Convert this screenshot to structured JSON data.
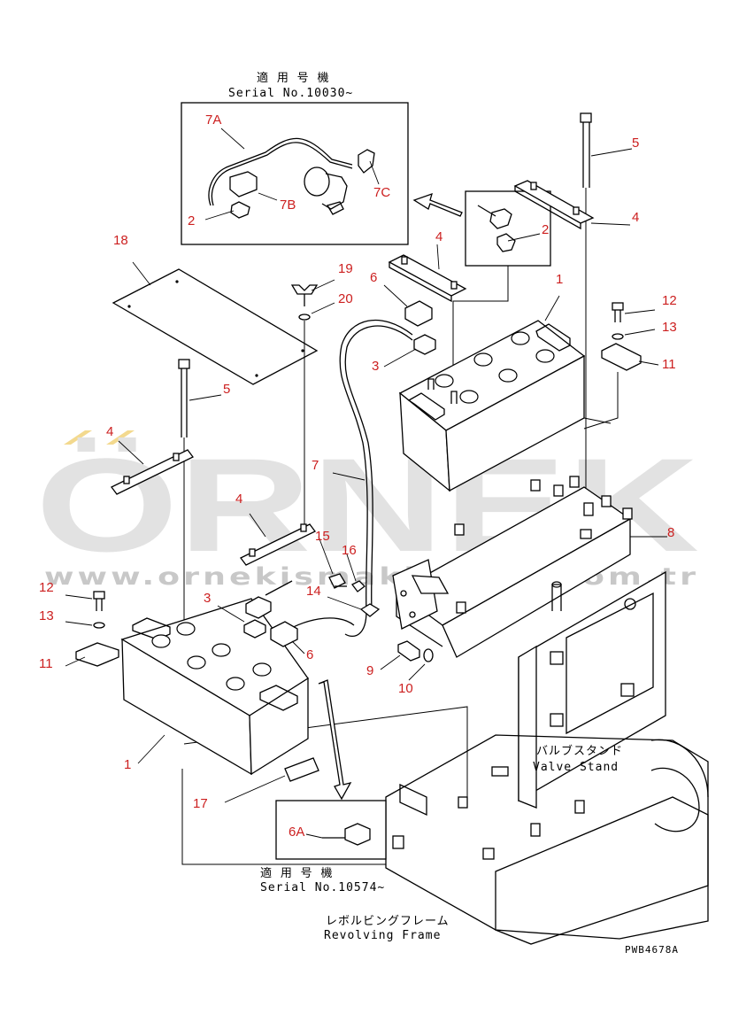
{
  "drawing_code": "PWB4678A",
  "watermark": {
    "brand": "ÖRNEK",
    "url": "www.ornekismakinalari.com.tr",
    "accent_color": "#f3d98e",
    "text_color": "#e2e2e2"
  },
  "notes": {
    "top_jp": "適 用 号 機",
    "top_serial": "Serial No.10030~",
    "bottom_jp": "適 用 号 機",
    "bottom_serial": "Serial No.10574~",
    "valve_stand_jp": "バルブスタンド",
    "valve_stand_en": "Valve Stand",
    "revolving_frame_jp": "レボルビングフレーム",
    "revolving_frame_en": "Revolving Frame"
  },
  "callouts": {
    "c7A": "7A",
    "c7B": "7B",
    "c7C": "7C",
    "c2_inset": "2",
    "c18": "18",
    "c19": "19",
    "c20": "20",
    "c6_top": "6",
    "c4_topcenter": "4",
    "c2_right": "2",
    "c5_right": "5",
    "c4_right": "4",
    "c1_right": "1",
    "c3_center": "3",
    "c12_right": "12",
    "c13_right": "13",
    "c11_right": "11",
    "c5_left": "5",
    "c4_left": "4",
    "c7": "7",
    "c8": "8",
    "c4_mid": "4",
    "c15": "15",
    "c16": "16",
    "c14": "14",
    "c3_left": "3",
    "c6_left": "6",
    "c12_left": "12",
    "c13_left": "13",
    "c11_left": "11",
    "c9": "9",
    "c10": "10",
    "c1_left": "1",
    "c17": "17",
    "c6A": "6A"
  },
  "colors": {
    "callout": "#cc1f1f",
    "line": "#000000"
  }
}
